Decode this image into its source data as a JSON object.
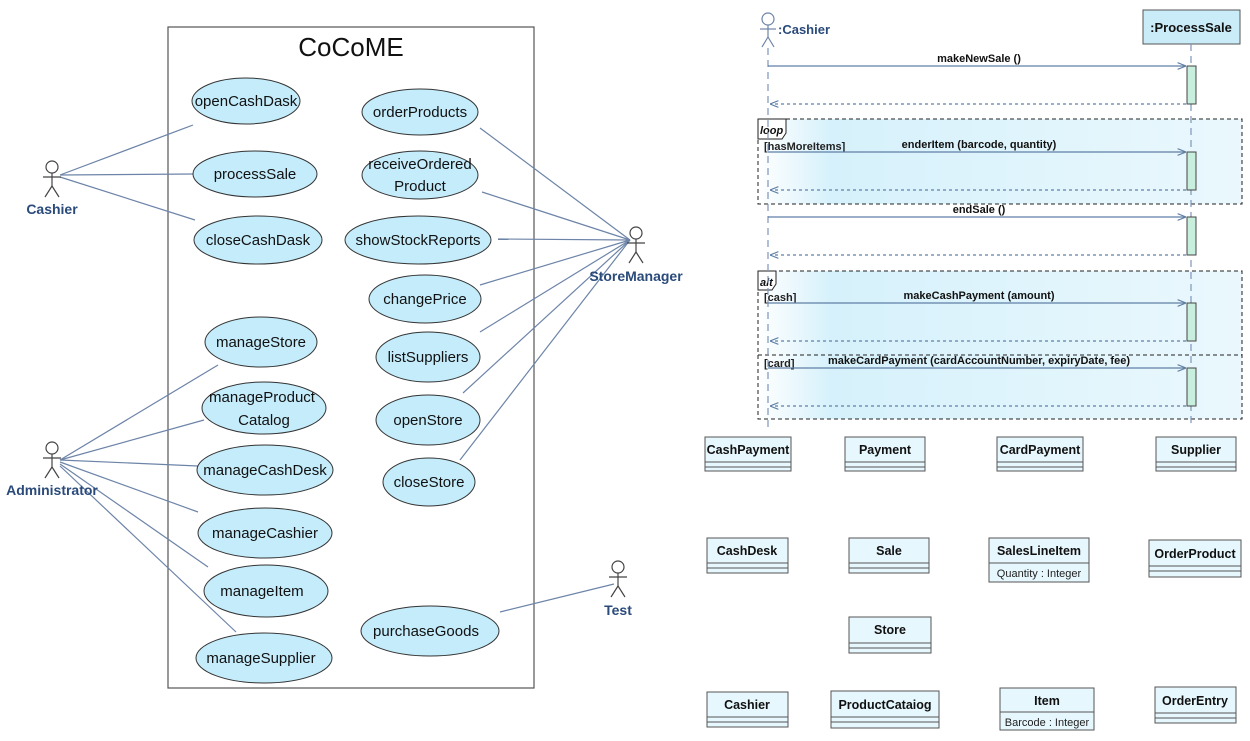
{
  "use_case_diagram": {
    "system_title": "CoCoME",
    "actors": {
      "cashier": "Cashier",
      "administrator": "Administrator",
      "store_manager": "StoreManager",
      "test": "Test"
    },
    "use_cases": {
      "open_cash_desk": "openCashDask",
      "process_sale": "processSale",
      "close_cash_desk": "closeCashDask",
      "order_products": "orderProducts",
      "receive_ordered_product_1": "receiveOrdered",
      "receive_ordered_product_2": "Product",
      "show_stock_reports": "showStockReports",
      "change_price": "changePrice",
      "list_suppliers": "listSuppliers",
      "open_store": "openStore",
      "close_store": "closeStore",
      "manage_store": "manageStore",
      "manage_product_catalog_1": "manageProduct",
      "manage_product_catalog_2": "Catalog",
      "manage_cash_desk": "manageCashDesk",
      "manage_cashier": "manageCashier",
      "manage_item": "manageItem",
      "manage_supplier": "manageSupplier",
      "purchase_goods": "purchaseGoods"
    }
  },
  "sequence_diagram": {
    "lifeline_cashier": ":Cashier",
    "lifeline_process_sale": ":ProcessSale",
    "messages": {
      "make_new_sale": "makeNewSale ()",
      "ender_item": "enderItem (barcode, quantity)",
      "end_sale": "endSale ()",
      "make_cash_payment": "makeCashPayment (amount)",
      "make_card_payment": "makeCardPayment (cardAccountNumber, expiryDate, fee)"
    },
    "fragments": {
      "loop_label": "loop",
      "loop_guard": "[hasMoreItems]",
      "alt_label": "alt",
      "alt_guard_cash": "[cash]",
      "alt_guard_card": "[card]"
    }
  },
  "class_diagram": {
    "cash_payment": "CashPayment",
    "payment": "Payment",
    "card_payment": "CardPayment",
    "supplier": "Supplier",
    "cash_desk": "CashDesk",
    "sale": "Sale",
    "sales_line_item": "SalesLineItem",
    "sales_line_item_attr": "Quantity : Integer",
    "order_product": "OrderProduct",
    "store": "Store",
    "cashier": "Cashier",
    "product_catalog": "ProductCataiog",
    "item": "Item",
    "item_attr": "Barcode : Integer",
    "order_entry": "OrderEntry"
  },
  "colors": {
    "use_case_fill": "#c4ecfb",
    "class_fill": "#e6f7fd",
    "fragment_fill": "#e2f4fb",
    "activation_fill": "#c8eedd",
    "line": "#5f7fa6",
    "actor_label": "#2a4a7a"
  }
}
